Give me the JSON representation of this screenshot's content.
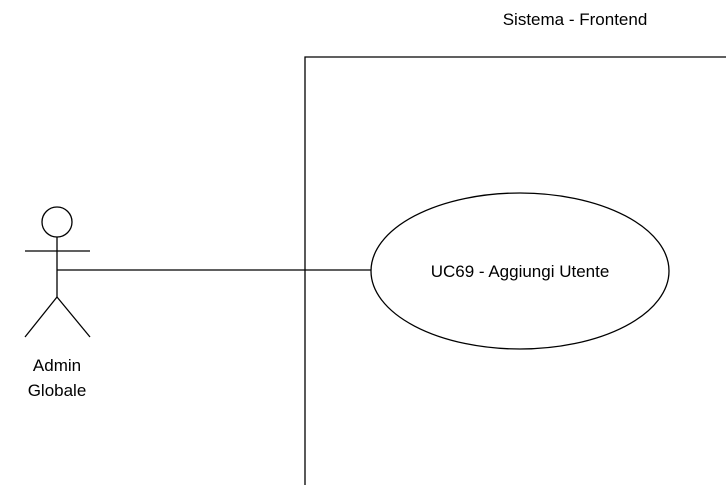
{
  "system": {
    "title": "Sistema - Frontend"
  },
  "actor": {
    "label_line1": "Admin",
    "label_line2": "Globale"
  },
  "use_case": {
    "label": "UC69 - Aggiungi Utente"
  }
}
